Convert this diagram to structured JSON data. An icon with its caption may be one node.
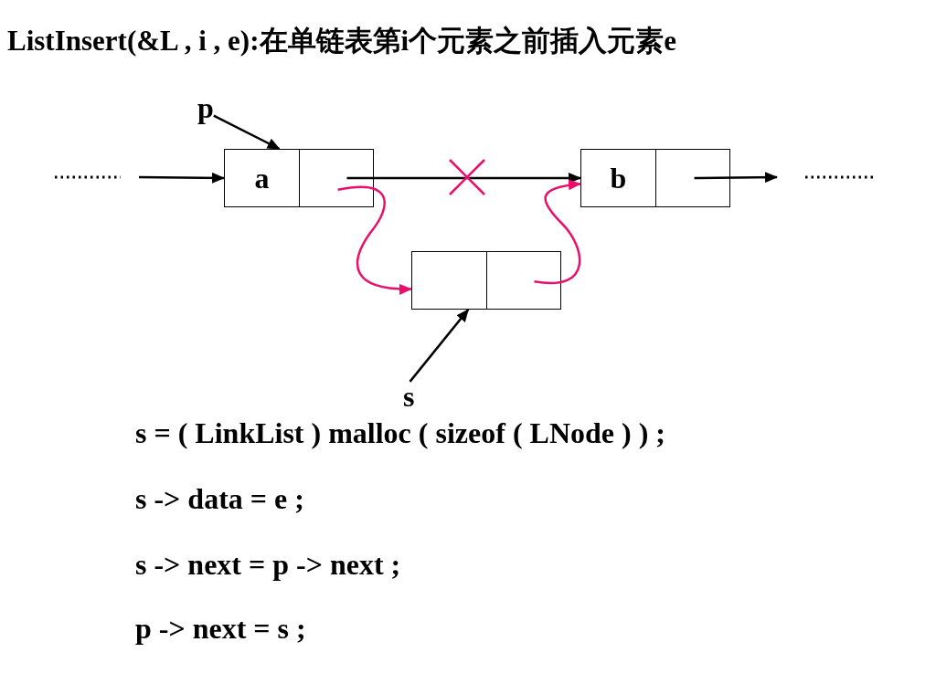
{
  "diagram": {
    "title": "ListInsert(&L , i , e):在单链表第i个元素之前插入元素e",
    "nodes": [
      {
        "text": [
          "p"
        ]
      },
      {
        "text": [
          "a"
        ]
      },
      {
        "text": [
          "b"
        ]
      },
      {
        "text": [],
        "shape": "box"
      },
      {
        "text": [
          "s"
        ]
      }
    ],
    "edges": [
      {
        "from": 0,
        "to": 1,
        "arrow": "to"
      },
      {
        "from": null,
        "to": 1,
        "arrow": "to"
      },
      {
        "from": 1,
        "to": 2,
        "arrow": "to"
      },
      {
        "from": 1,
        "to": 3,
        "arrow": "to",
        "color": "#e8106a"
      },
      {
        "from": 3,
        "to": 2,
        "arrow": "to",
        "color": "#e8106a"
      },
      {
        "from": 2,
        "to": null,
        "arrow": "to"
      },
      {
        "from": 4,
        "to": 3,
        "arrow": "to"
      }
    ],
    "labels": [
      "s = ( LinkList ) malloc ( sizeof ( LNode ) ) ;",
      "s -> data = e ;",
      "s -> next = p -> next ;",
      "p -> next = s ;"
    ]
  }
}
